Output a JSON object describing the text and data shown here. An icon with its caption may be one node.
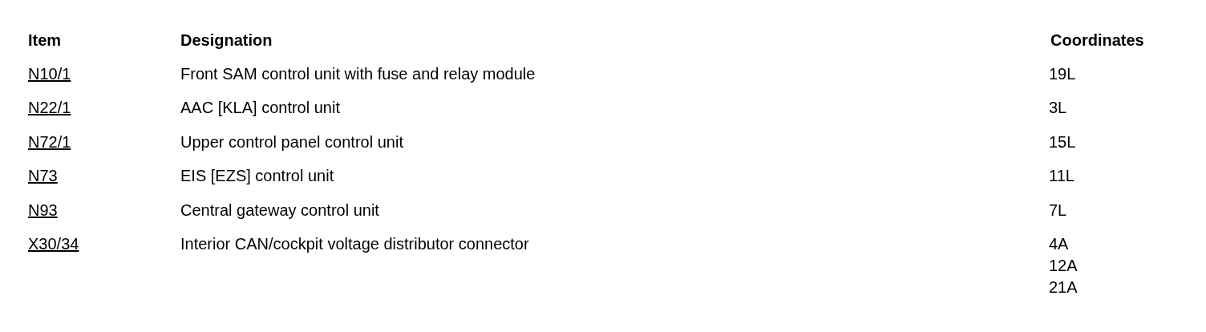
{
  "diagram": {
    "labels": [
      "Item",
      "Designation",
      "Coordinates",
      "N10/1",
      "Front SAM control unit with fuse and relay module",
      "19L",
      "N22/1",
      "AAC [KLA] control unit",
      "3L",
      "N72/1",
      "Upper control panel control unit",
      "15L",
      "N73",
      "EIS [EZS] control unit",
      "11L",
      "N93",
      "Central gateway control unit",
      "7L",
      "X30/34",
      "Interior CAN/cockpit voltage distributor connector",
      "4A",
      "12A",
      "21A"
    ]
  }
}
